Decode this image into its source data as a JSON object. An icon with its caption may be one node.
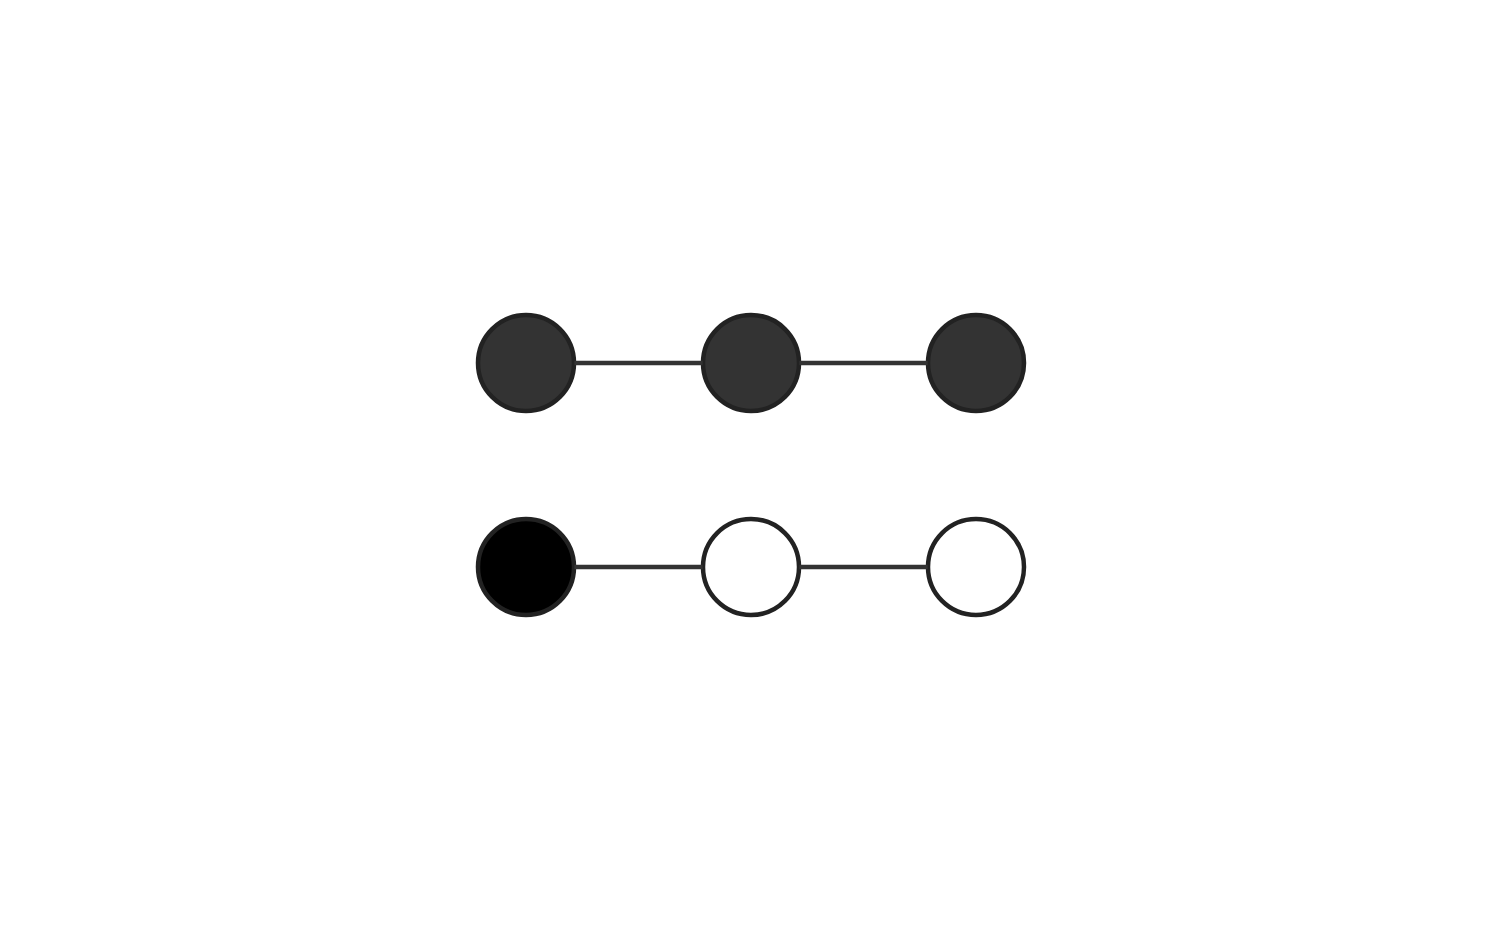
{
  "diagram": {
    "nodes": [
      {
        "text": [],
        "shape": "circle"
      },
      {
        "text": [],
        "shape": "circle"
      },
      {
        "text": [],
        "shape": "circle"
      },
      {
        "text": [],
        "shape": "circle"
      },
      {
        "text": [],
        "shape": "circle"
      },
      {
        "text": [],
        "shape": "circle"
      }
    ],
    "edges": [
      {
        "from": 0,
        "to": 1,
        "arrow": "none"
      },
      {
        "from": 1,
        "to": 2,
        "arrow": "none"
      },
      {
        "from": 3,
        "to": 4,
        "arrow": "none"
      },
      {
        "from": 4,
        "to": 5,
        "arrow": "none"
      }
    ]
  }
}
